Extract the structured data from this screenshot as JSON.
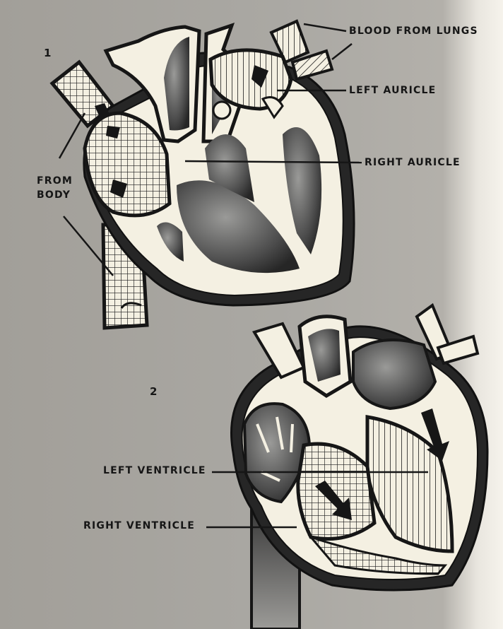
{
  "figure": {
    "panel_1": {
      "number": "1",
      "labels": {
        "blood_from_lungs": "BLOOD FROM LUNGS",
        "left_auricle": "LEFT AURICLE",
        "right_auricle": "RIGHT AURICLE",
        "from_body_line1": "FROM",
        "from_body_line2": "BODY"
      }
    },
    "panel_2": {
      "number": "2",
      "labels": {
        "left_ventricle": "LEFT VENTRICLE",
        "right_ventricle": "RIGHT VENTRICLE"
      }
    }
  },
  "colors": {
    "background": "#a9a7a2",
    "ink": "#161616",
    "paper": "#f4f0e2",
    "muscle_shading": "#5a5a5a"
  }
}
